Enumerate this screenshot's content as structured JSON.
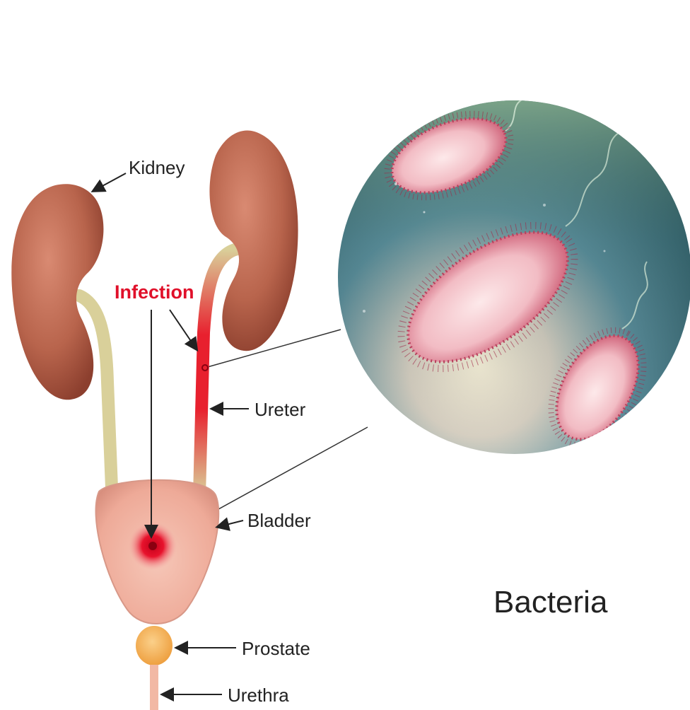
{
  "labels": {
    "kidney": "Kidney",
    "infection": "Infection",
    "ureter": "Ureter",
    "bladder": "Bladder",
    "prostate": "Prostate",
    "urethra": "Urethra",
    "bacteria": "Bacteria"
  },
  "colors": {
    "kidney": "#b8644c",
    "ureter": "#d9d09a",
    "bladder": "#f0b4a4",
    "infection": "#e0102a",
    "prostate": "#f4b24a",
    "bacterium": "#f2c2c8",
    "label_text": "#222222",
    "infection_text": "#e0102a"
  },
  "icons": [
    "kidney-icon",
    "ureter-icon",
    "bladder-icon",
    "prostate-icon",
    "urethra-icon",
    "bacterium-icon",
    "infection-spot-icon"
  ]
}
